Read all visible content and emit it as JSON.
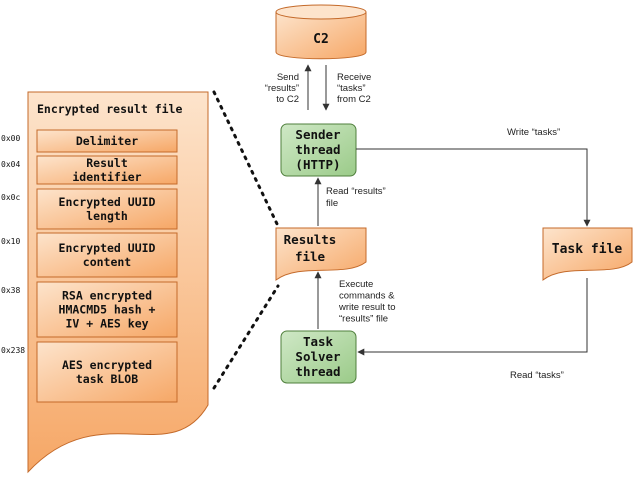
{
  "colors": {
    "orange_light": "#fde4cc",
    "orange_dark": "#f6a766",
    "orange_stroke": "#c46a2a",
    "green_light": "#cfe8c6",
    "green_dark": "#9bcb89",
    "green_stroke": "#4f7f3c",
    "line": "#333333"
  },
  "c2": {
    "label": "C2"
  },
  "c2_links": {
    "send": [
      "Send",
      "“results”",
      "to C2"
    ],
    "receive": [
      "Receive",
      "“tasks”",
      "from C2"
    ]
  },
  "sender": {
    "lines": [
      "Sender",
      "thread",
      "(HTTP)"
    ]
  },
  "solver": {
    "lines": [
      "Task",
      "Solver",
      "thread"
    ]
  },
  "results_file": {
    "lines": [
      "Results",
      "file"
    ]
  },
  "task_file": {
    "label": "Task file"
  },
  "edge_labels": {
    "write_tasks": "Write “tasks”",
    "read_tasks": "Read “tasks”",
    "read_results": [
      "Read “results”",
      "file"
    ],
    "execute": [
      "Execute",
      "commands &",
      "write result to",
      "“results” file"
    ]
  },
  "encrypted_file": {
    "title": "Encrypted result file",
    "fields": [
      {
        "offset": "0x00",
        "lines": [
          "Delimiter"
        ]
      },
      {
        "offset": "0x04",
        "lines": [
          "Result",
          "identifier"
        ]
      },
      {
        "offset": "0x0c",
        "lines": [
          "Encrypted UUID",
          "length"
        ]
      },
      {
        "offset": "0x10",
        "lines": [
          "Encrypted UUID",
          "content"
        ]
      },
      {
        "offset": "0x38",
        "lines": [
          "RSA encrypted",
          "HMACMD5 hash +",
          "IV + AES key"
        ]
      },
      {
        "offset": "0x238",
        "lines": [
          "AES encrypted",
          "task BLOB"
        ]
      }
    ]
  }
}
